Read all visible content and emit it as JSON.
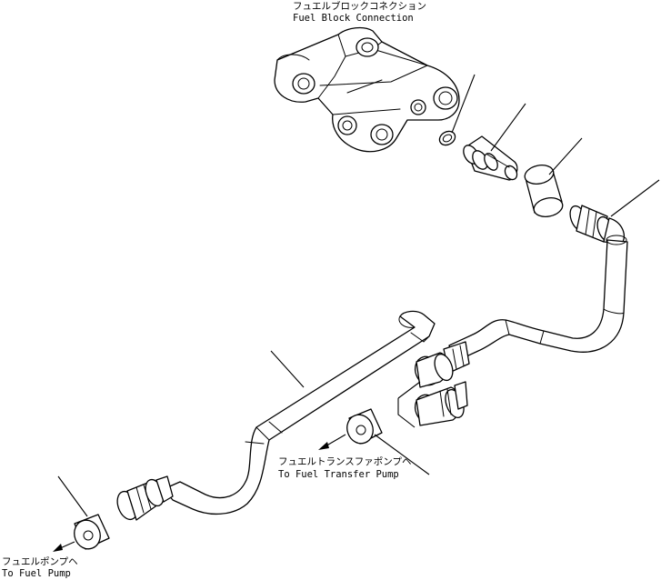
{
  "labels": {
    "fuel_block_jp": "フュエルブロックコネクション",
    "fuel_block_en": "Fuel Block Connection",
    "transfer_pump_jp": "フュエルトランスファポンプヘ",
    "transfer_pump_en": "To Fuel Transfer Pump",
    "fuel_pump_jp": "フュエルポンプヘ",
    "fuel_pump_en": "To Fuel Pump"
  }
}
